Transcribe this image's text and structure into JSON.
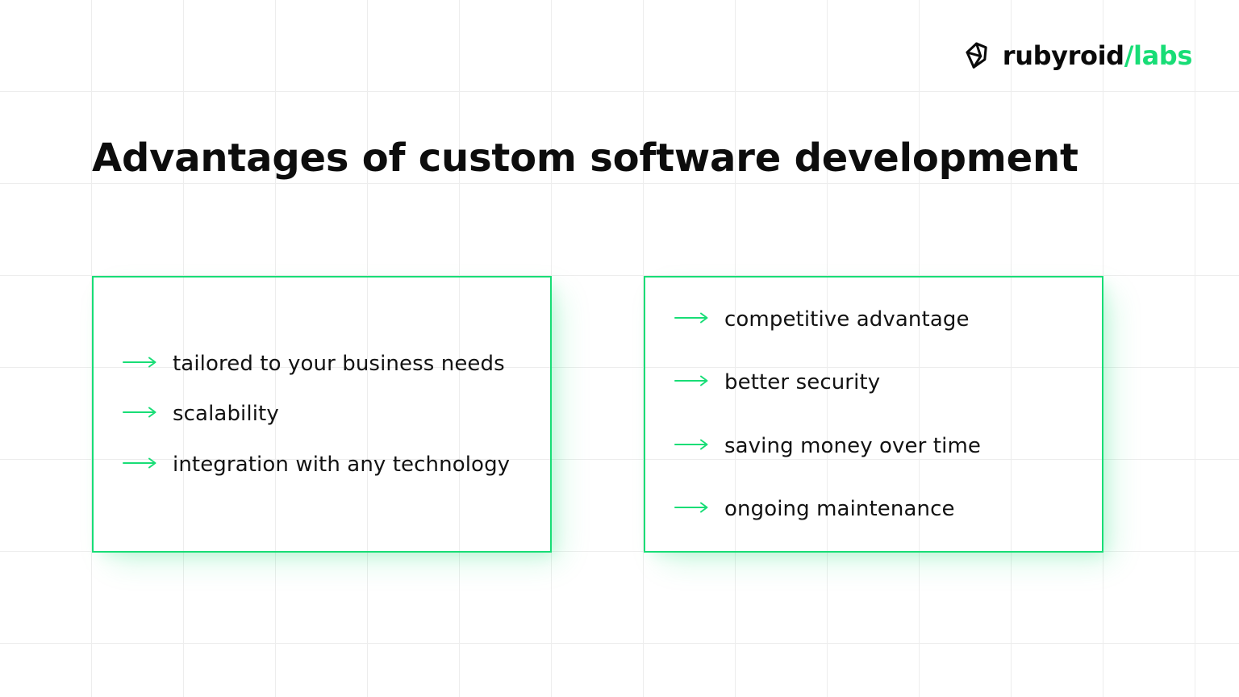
{
  "slide": {
    "title": "Advantages of custom software development",
    "background_color": "#ffffff",
    "grid_color": "#ededed",
    "accent_color": "#18dd76",
    "text_color": "#121212"
  },
  "logo": {
    "mark_name": "rubyroid-diamond-mark",
    "word_dark": "rubyroid",
    "word_accent": "/labs",
    "dark_color": "#0a0a0a",
    "accent_color": "#18dd76"
  },
  "cards": [
    {
      "id": "card-left",
      "border_color": "#18dd76",
      "items": [
        {
          "icon": "long-right-arrow-icon",
          "label": "tailored to your business needs"
        },
        {
          "icon": "long-right-arrow-icon",
          "label": "scalability"
        },
        {
          "icon": "long-right-arrow-icon",
          "label": "integration with any technology"
        }
      ]
    },
    {
      "id": "card-right",
      "border_color": "#18dd76",
      "items": [
        {
          "icon": "long-right-arrow-icon",
          "label": "competitive advantage"
        },
        {
          "icon": "long-right-arrow-icon",
          "label": "better security"
        },
        {
          "icon": "long-right-arrow-icon",
          "label": "saving money over time"
        },
        {
          "icon": "long-right-arrow-icon",
          "label": "ongoing maintenance"
        }
      ]
    }
  ]
}
